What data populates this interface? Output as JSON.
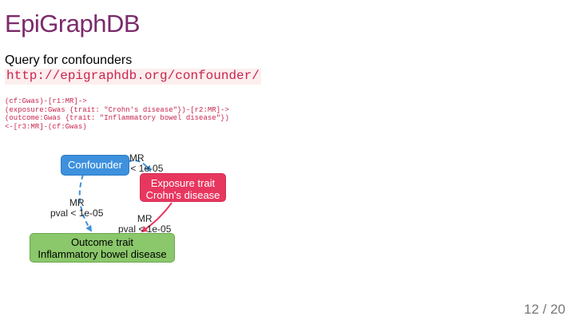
{
  "slide": {
    "title": "EpiGraphDB",
    "subtitle": "Query for confounders",
    "url": "http://epigraphdb.org/confounder/",
    "code_lines": [
      "(cf:Gwas)-[r1:MR]->",
      "(exposure:Gwas {trait: \"Crohn's disease\"})-[r2:MR]->",
      "(outcome:Gwas {trait: \"Inflammatory bowel disease\"})",
      "<-[r3:MR]-(cf:Gwas)"
    ]
  },
  "graph": {
    "nodes": {
      "confounder": {
        "label": "Confounder",
        "color": "#3d91dd"
      },
      "exposure": {
        "line1": "Exposure trait",
        "line2": "Crohn's disease",
        "color": "#e8375f"
      },
      "outcome": {
        "line1": "Outcome trait",
        "line2": "Inflammatory bowel disease",
        "color": "#8bc76b"
      }
    },
    "edges": {
      "conf_exp": {
        "type": "MR",
        "pval": "pval < 1e-05",
        "style": "dashed",
        "color": "#3d91dd"
      },
      "conf_out": {
        "type": "MR",
        "pval": "pval < 1e-05",
        "style": "dashed",
        "color": "#3d91dd"
      },
      "exp_out": {
        "type": "MR",
        "pval": "pval < 1e-05",
        "style": "solid",
        "color": "#e8375f"
      }
    }
  },
  "pager": {
    "text": "12 / 20"
  }
}
